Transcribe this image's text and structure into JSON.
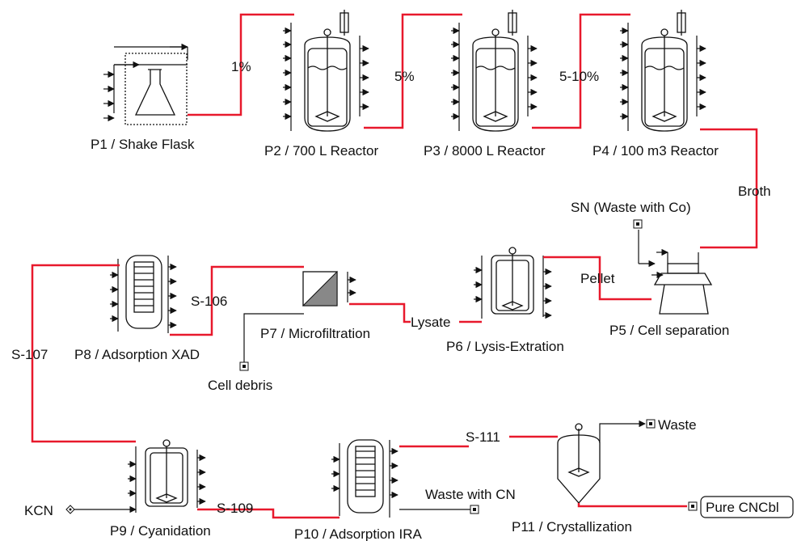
{
  "colors": {
    "main_stream": "#e8192c",
    "aux_stream": "#111111",
    "background": "#ffffff"
  },
  "units": {
    "p1": "P1 / Shake Flask",
    "p2": "P2 / 700 L Reactor",
    "p3": "P3 / 8000 L Reactor",
    "p4": "P4 / 100 m3 Reactor",
    "p5": "P5 / Cell separation",
    "p6": "P6 / Lysis-Extration",
    "p7": "P7 / Microfiltration",
    "p8": "P8 / Adsorption XAD",
    "p9": "P9 / Cyanidation",
    "p10": "P10 / Adsorption IRA",
    "p11": "P11 / Crystallization"
  },
  "streams": {
    "s1": "1%",
    "s2": "5%",
    "s3": "5-10%",
    "broth": "Broth",
    "sn": "SN (Waste with Co)",
    "pellet": "Pellet",
    "lysate": "Lysate",
    "s106": "S-106",
    "debris": "Cell debris",
    "s107": "S-107",
    "kcn": "KCN",
    "s109": "S-109",
    "waste_cn": "Waste with CN",
    "s111": "S-111",
    "waste": "Waste",
    "product": "Pure CNCbl"
  }
}
